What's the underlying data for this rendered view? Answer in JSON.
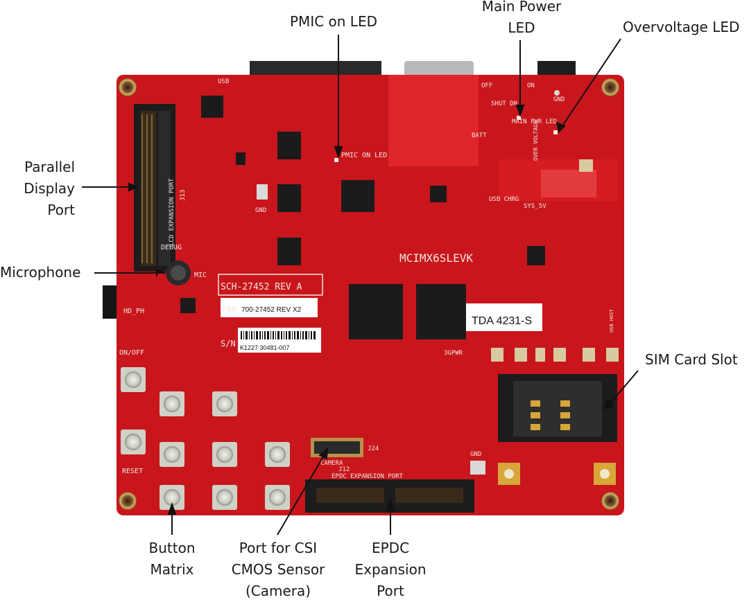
{
  "callouts": {
    "pmic_led": "PMIC on LED",
    "main_power_led": "Main Power\nLED",
    "overvoltage_led": "Overvoltage LED",
    "parallel_display": "Parallel\nDisplay\nPort",
    "microphone": "Microphone",
    "sim_card": "SIM Card Slot",
    "button_matrix": "Button\nMatrix",
    "csi_port": "Port for CSI\nCMOS Sensor\n(Camera)",
    "epdc_port": "EPDC\nExpansion\nPort"
  },
  "board": {
    "part_number": "MCIMX6SLEVK",
    "schematic": "SCH-27452 REV A",
    "label_700": "700-27452 REV X2",
    "label_700_prefix": "700",
    "serial_prefix": "S/N",
    "serial": "K1227 30481-007",
    "tda_label": "TDA 4231-S",
    "debug": "DEBUG",
    "mic": "MIC",
    "hd_ph": "HD_PH",
    "on_off": "ON/OFF",
    "reset": "RESET",
    "camera": "CAMERA",
    "j24": "J24",
    "j12": "J12",
    "epdc_port_silk": "EPDC EXPANSION PORT",
    "lcd_port_silk": "LCD EXPANSION PORT",
    "j13": "J13",
    "pmic_silk": "PMIC ON LED",
    "main_pwr_silk": "MAIN PWR LED",
    "usb_silk": "USB",
    "usb_chrg": "USB CHRG",
    "sys_5v": "SYS_5V",
    "shut_dn": "SHUT DN",
    "off": "OFF",
    "on": "ON",
    "gnd": "GND",
    "batt": "BATT",
    "over_voltage": "OVER VOLTAGE",
    "three_gpwr": "3GPWR",
    "usb_host": "USB HOST"
  },
  "colors": {
    "pcb": "#c8161c",
    "pcb_dark": "#a40f14",
    "chip": "#1b1b1b",
    "gold": "#d9a63a"
  }
}
